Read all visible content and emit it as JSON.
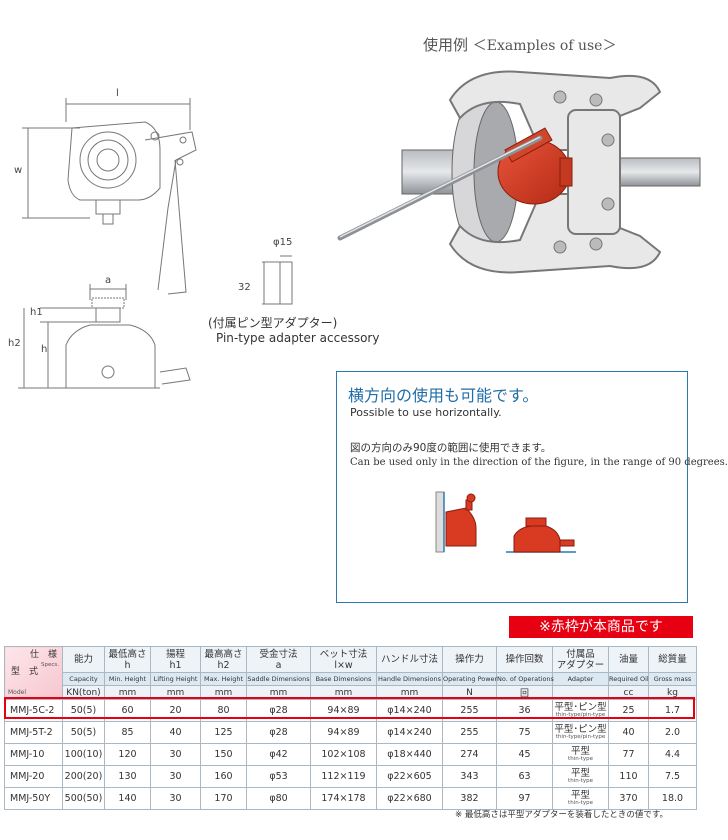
{
  "examples": {
    "title_jp": "使用例",
    "title_en": "＜Examples of use＞"
  },
  "dims": {
    "l": "l",
    "w": "w",
    "a": "a",
    "h1": "h1",
    "h2": "h2",
    "h": "h",
    "phi15": "φ15",
    "len32": "32"
  },
  "adapter": {
    "label_jp": "(付属ピン型アダプター)",
    "label_en": "Pin-type adapter accessory"
  },
  "horizontal": {
    "title": "横方向の使用も可能です。",
    "subtitle": "Possible to use horizontally.",
    "note_jp": "図の方向のみ90度の範囲に使用できます。",
    "note_en": "Can be used only in the direction of the figure, in the range of 90 degrees."
  },
  "notice": "※赤枠が本商品です",
  "table": {
    "corner": {
      "spec_jp": "仕　様",
      "spec_en": "Specs.",
      "model_jp": "型　式",
      "model_en": "Model"
    },
    "headers": [
      {
        "jp": "能力",
        "en": "Capacity",
        "unit": "KN(ton)"
      },
      {
        "jp": "最低高さ\nh",
        "en": "Min. Height",
        "unit": "mm"
      },
      {
        "jp": "揚程\nh1",
        "en": "Lifting Height",
        "unit": "mm"
      },
      {
        "jp": "最高高さ\nh2",
        "en": "Max. Height",
        "unit": "mm"
      },
      {
        "jp": "受金寸法\na",
        "en": "Saddle Dimensions",
        "unit": "mm"
      },
      {
        "jp": "ベット寸法\nl×w",
        "en": "Base Dimensions",
        "unit": "mm"
      },
      {
        "jp": "ハンドル寸法",
        "en": "Handle Dimensions",
        "unit": "mm"
      },
      {
        "jp": "操作力",
        "en": "Operating Power",
        "unit": "N"
      },
      {
        "jp": "操作回数",
        "en": "No. of Operations",
        "unit": "回"
      },
      {
        "jp": "付属品\nアダプター",
        "en": "Adapter",
        "unit": ""
      },
      {
        "jp": "油量",
        "en": "Required Oil",
        "unit": "cc"
      },
      {
        "jp": "総質量",
        "en": "Gross mass",
        "unit": "kg"
      }
    ],
    "rows": [
      {
        "model": "MMJ-5C-2",
        "capacity": "50(5)",
        "min_h": "60",
        "lift": "20",
        "max_h": "80",
        "saddle": "φ28",
        "base": "94×89",
        "handle": "φ14×240",
        "power": "255",
        "ops": "36",
        "adapter_jp": "平型･ピン型",
        "adapter_en": "thin-type/pin-type",
        "oil": "25",
        "mass": "1.7"
      },
      {
        "model": "MMJ-5T-2",
        "capacity": "50(5)",
        "min_h": "85",
        "lift": "40",
        "max_h": "125",
        "saddle": "φ28",
        "base": "94×89",
        "handle": "φ14×240",
        "power": "255",
        "ops": "75",
        "adapter_jp": "平型･ピン型",
        "adapter_en": "thin-type/pin-type",
        "oil": "40",
        "mass": "2.0"
      },
      {
        "model": "MMJ-10",
        "capacity": "100(10)",
        "min_h": "120",
        "lift": "30",
        "max_h": "150",
        "saddle": "φ42",
        "base": "102×108",
        "handle": "φ18×440",
        "power": "274",
        "ops": "45",
        "adapter_jp": "平型",
        "adapter_en": "thin-type",
        "oil": "77",
        "mass": "4.4"
      },
      {
        "model": "MMJ-20",
        "capacity": "200(20)",
        "min_h": "130",
        "lift": "30",
        "max_h": "160",
        "saddle": "φ53",
        "base": "112×119",
        "handle": "φ22×605",
        "power": "343",
        "ops": "63",
        "adapter_jp": "平型",
        "adapter_en": "thin-type",
        "oil": "110",
        "mass": "7.5"
      },
      {
        "model": "MMJ-50Y",
        "capacity": "500(50)",
        "min_h": "140",
        "lift": "30",
        "max_h": "170",
        "saddle": "φ80",
        "base": "174×178",
        "handle": "φ22×680",
        "power": "382",
        "ops": "97",
        "adapter_jp": "平型",
        "adapter_en": "thin-type",
        "oil": "370",
        "mass": "18.0"
      }
    ]
  },
  "footnote": "※ 最低高さは平型アダプターを装着したときの値です。",
  "colors": {
    "accent_blue": "#1f6da8",
    "jack_red": "#d83a22",
    "highlight_red": "#e60012"
  }
}
